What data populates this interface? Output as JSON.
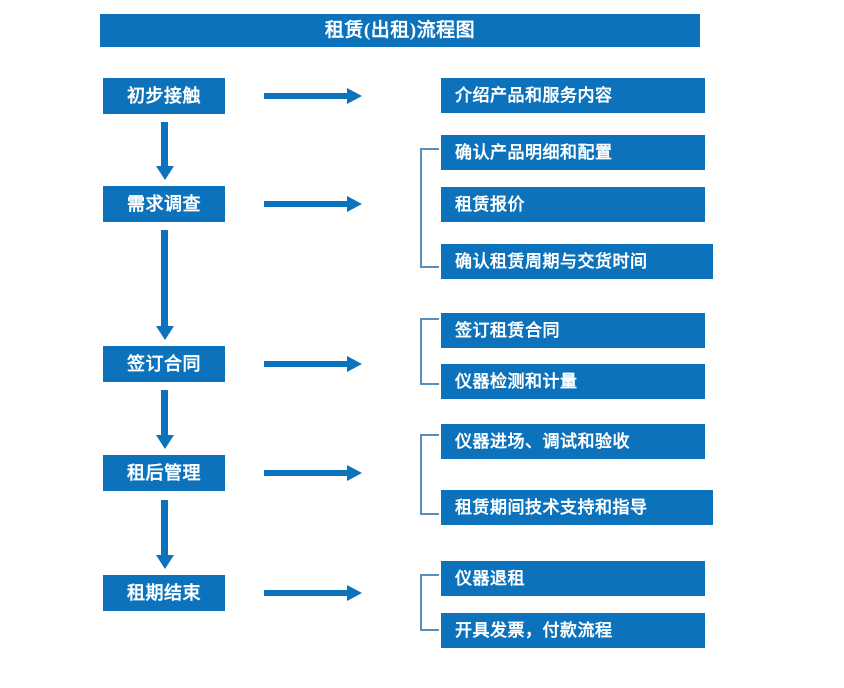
{
  "title": "租赁(出租)流程图",
  "theme": {
    "box_fill": "#0c72bc",
    "box_text": "#ffffff",
    "arrow_color": "#0c72bc",
    "bracket_color": "#5c8cb8",
    "background": "#ffffff"
  },
  "stages": [
    {
      "label": "初步接触"
    },
    {
      "label": "需求调查"
    },
    {
      "label": "签订合同"
    },
    {
      "label": "租后管理"
    },
    {
      "label": "租期结束"
    }
  ],
  "details": [
    {
      "label": "介绍产品和服务内容"
    },
    {
      "label": "确认产品明细和配置"
    },
    {
      "label": "租赁报价"
    },
    {
      "label": "确认租赁周期与交货时间"
    },
    {
      "label": "签订租赁合同"
    },
    {
      "label": "仪器检测和计量"
    },
    {
      "label": "仪器进场、调试和验收"
    },
    {
      "label": "租赁期间技术支持和指导"
    },
    {
      "label": "仪器退租"
    },
    {
      "label": "开具发票，付款流程"
    }
  ],
  "connectors": {
    "horizontal_arrow_count": 5,
    "vertical_arrow_count": 4,
    "bracket_count": 4
  }
}
